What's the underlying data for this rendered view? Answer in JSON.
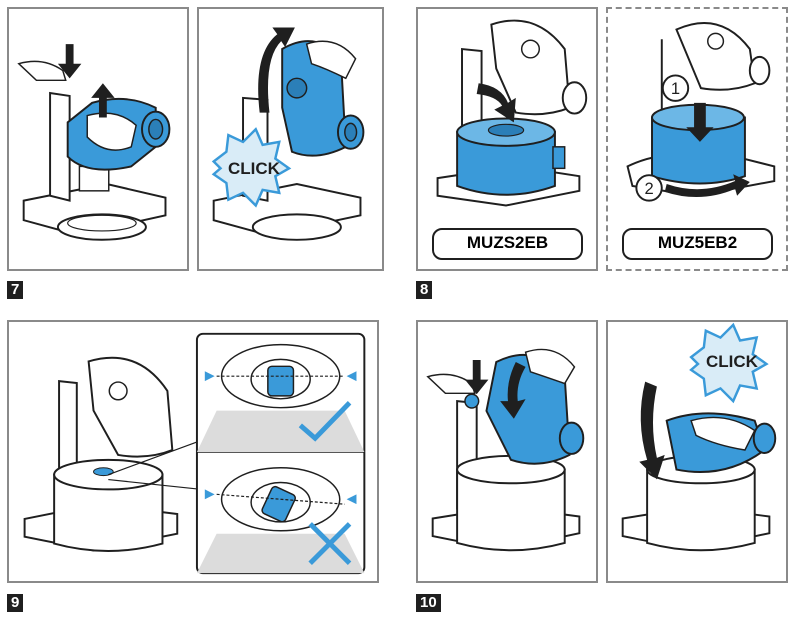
{
  "steps": [
    {
      "number": "7",
      "click_label": "CLICK"
    },
    {
      "number": "8",
      "models": [
        "MUZS2EB",
        "MUZ5EB2"
      ],
      "substeps": [
        "1",
        "2"
      ]
    },
    {
      "number": "9"
    },
    {
      "number": "10",
      "click_label": "CLICK"
    }
  ],
  "colors": {
    "accent": "#3a9ad9",
    "outline": "#1f1f1f",
    "border": "#8a8a8a",
    "light_blue": "#d9ecf7"
  }
}
